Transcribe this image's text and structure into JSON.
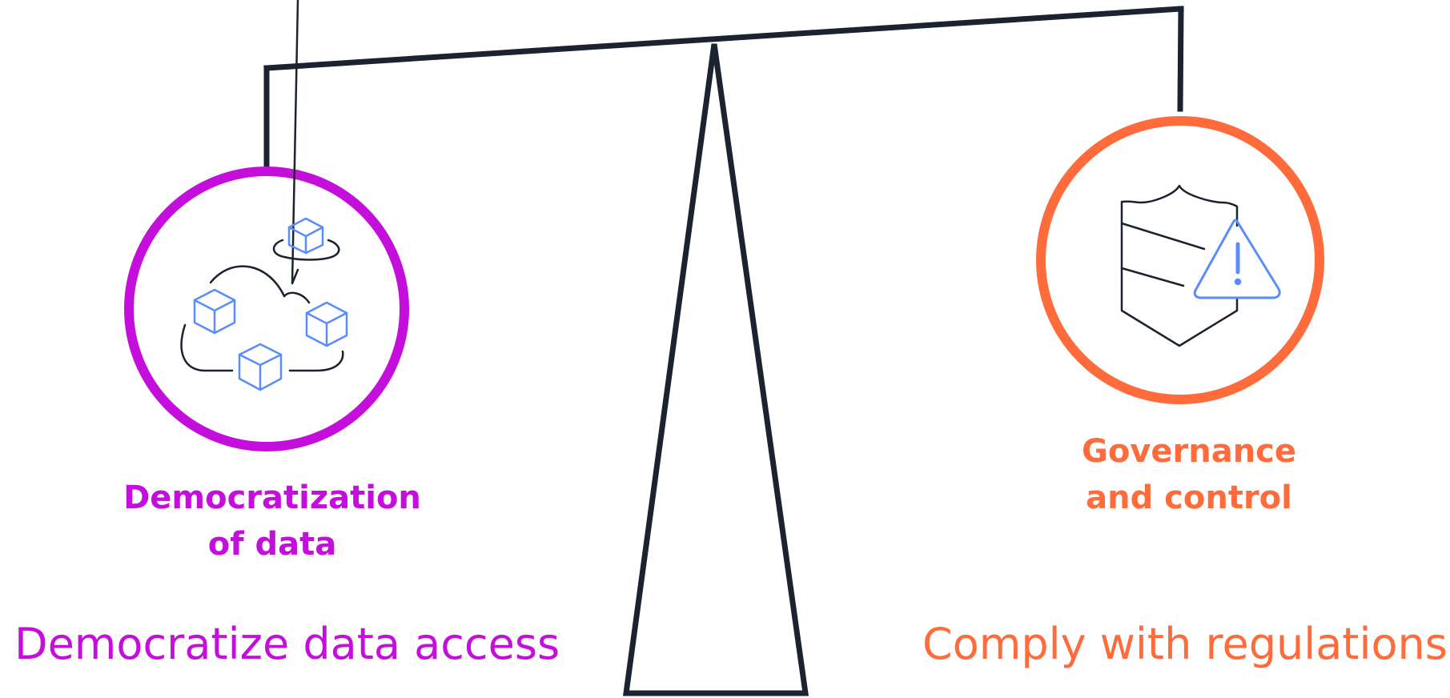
{
  "colors": {
    "democratization": "#c40edb",
    "governance": "#ff6b3a",
    "structure": "#1b2230",
    "icon_accent": "#5a8bff"
  },
  "left": {
    "label_line1": "Democratization",
    "label_line2": "of data",
    "tagline": "Democratize data access",
    "icon": "distributed-data-cubes-icon"
  },
  "right": {
    "label_line1": "Governance",
    "label_line2": "and control",
    "tagline": "Comply with regulations",
    "icon": "shield-warning-icon"
  }
}
